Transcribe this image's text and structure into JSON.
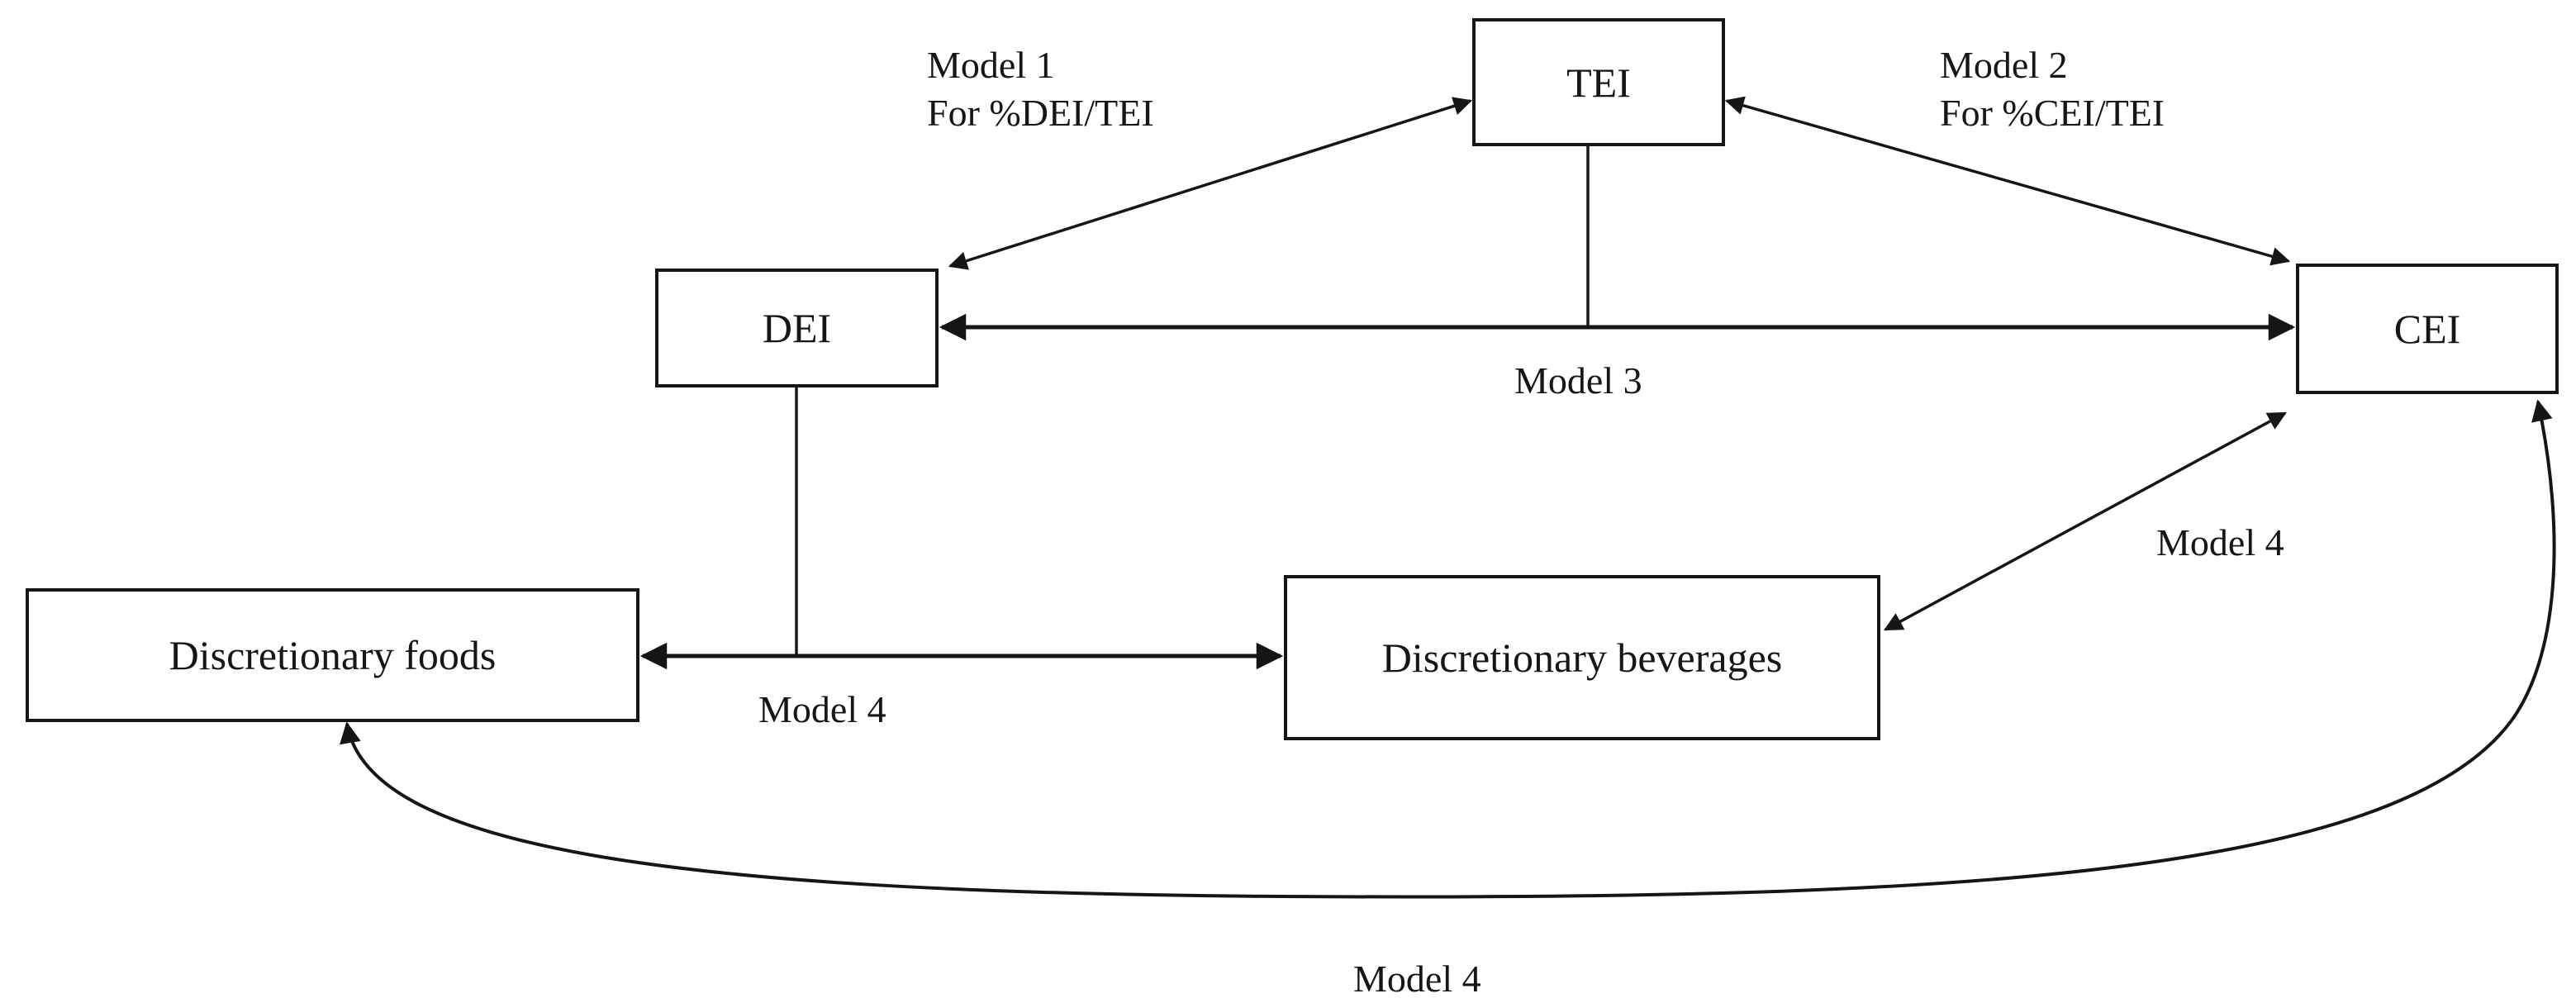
{
  "diagram": {
    "nodes": {
      "tei": {
        "label": "TEI"
      },
      "dei": {
        "label": "DEI"
      },
      "cei": {
        "label": "CEI"
      },
      "foods": {
        "label": "Discretionary foods"
      },
      "beverages": {
        "label": "Discretionary beverages"
      }
    },
    "labels": {
      "model1": {
        "line1": "Model 1",
        "line2": "For %DEI/TEI"
      },
      "model2": {
        "line1": "Model 2",
        "line2": "For %CEI/TEI"
      },
      "model3": "Model 3",
      "model4_foods_beverages": "Model 4",
      "model4_beverages_cei": "Model 4",
      "model4_curve": "Model 4"
    },
    "relations": [
      "TEI <-> DEI (Model 1, For %DEI/TEI)",
      "TEI <-> CEI (Model 2, For %CEI/TEI)",
      "DEI <-> CEI (Model 3, tee from TEI)",
      "Discretionary foods <-> Discretionary beverages (Model 4, tee from DEI)",
      "Discretionary beverages <-> CEI (Model 4)",
      "Discretionary foods <-> CEI curved (Model 4)"
    ],
    "colors": {
      "line": "#161616",
      "text": "#161616",
      "background": "#ffffff"
    }
  }
}
